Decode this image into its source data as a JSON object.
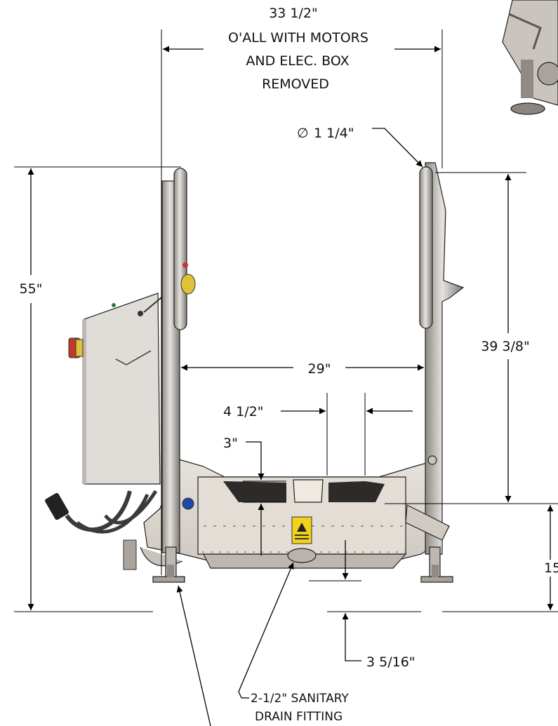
{
  "dimensions": {
    "overall_width": {
      "value": "33 1/2\"",
      "note_lines": [
        "O'ALL WITH MOTORS",
        "AND ELEC. BOX",
        "REMOVED"
      ]
    },
    "handle_diameter": "1 1/4\"",
    "overall_height": "55\"",
    "upright_height": "39 3/8\"",
    "inner_width": "29\"",
    "gap_width": "4 1/2\"",
    "trough_depth": "3\"",
    "base_height": "15",
    "foot_clearance": "3 5/16\""
  },
  "symbols": {
    "diameter": "∅"
  },
  "callouts": {
    "drain_fitting": [
      "2-1/2\" SANITARY",
      "DRAIN FITTING"
    ]
  },
  "colors": {
    "machine_fill": "#d9d5d0",
    "machine_dark": "#9a9590",
    "estop_red": "#c0392b",
    "estop_yellow": "#e0c23a",
    "warning_label": "#f2d21b"
  }
}
